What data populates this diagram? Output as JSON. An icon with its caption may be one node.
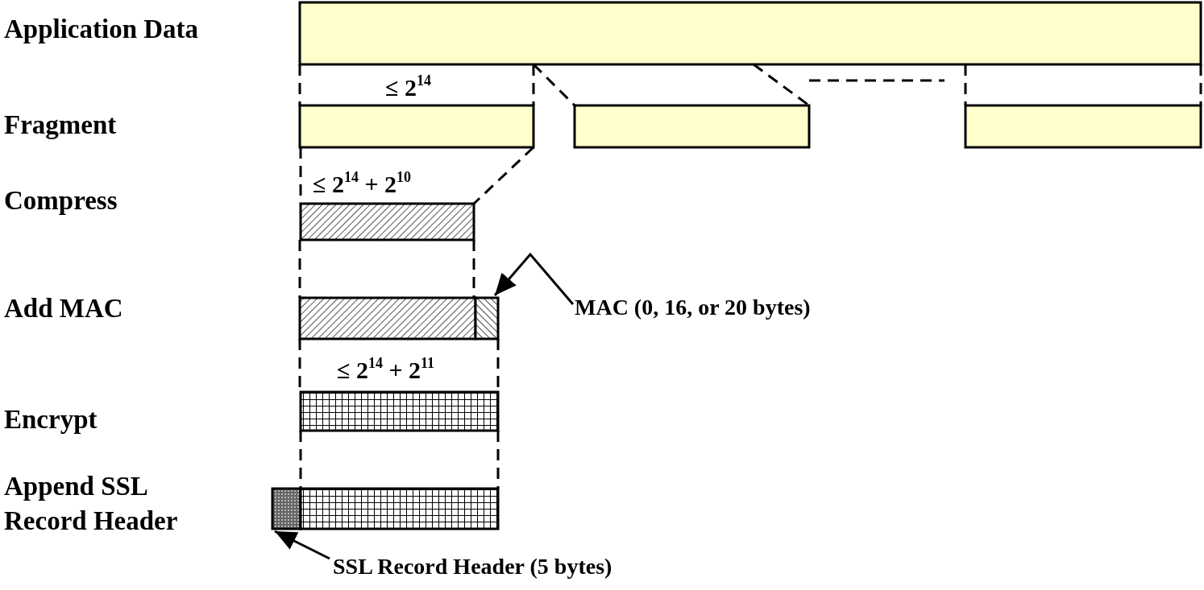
{
  "diagram": {
    "nodes": [
      {
        "text": [],
        "shape": "bar"
      },
      {
        "text": [],
        "shape": "bar"
      },
      {
        "text": [],
        "shape": "bar"
      },
      {
        "text": [],
        "shape": "bar"
      },
      {
        "text": [],
        "shape": "bar"
      },
      {
        "text": [],
        "shape": "bar"
      },
      {
        "text": [],
        "shape": "bar"
      },
      {
        "text": [
          "MAC (0, 16, or 20 bytes)"
        ]
      },
      {
        "text": [],
        "shape": "bar"
      },
      {
        "text": [],
        "shape": "bar"
      },
      {
        "text": [],
        "shape": "bar"
      },
      {
        "text": [
          "SSL Record Header (5 bytes)"
        ]
      }
    ],
    "edges": [
      {
        "from": 0,
        "to": 1,
        "arrow": "none",
        "style": "dashed"
      },
      {
        "from": 0,
        "to": 1,
        "arrow": "none",
        "style": "dashed"
      },
      {
        "from": 0,
        "to": 2,
        "arrow": "none",
        "style": "dashed"
      },
      {
        "from": 0,
        "to": 2,
        "arrow": "none",
        "style": "dashed"
      },
      {
        "from": 0,
        "to": 3,
        "arrow": "none",
        "style": "dashed"
      },
      {
        "from": 0,
        "to": 3,
        "arrow": "none",
        "style": "dashed"
      },
      {
        "from": 1,
        "to": 4,
        "arrow": "none",
        "style": "dashed"
      },
      {
        "from": 1,
        "to": 4,
        "arrow": "none",
        "style": "dashed"
      },
      {
        "from": 4,
        "to": 5,
        "arrow": "none",
        "style": "dashed"
      },
      {
        "from": 4,
        "to": 5,
        "arrow": "none",
        "style": "dashed"
      },
      {
        "from": 7,
        "to": 6,
        "arrow": "to"
      },
      {
        "from": 5,
        "to": 8,
        "arrow": "none",
        "style": "dashed"
      },
      {
        "from": 6,
        "to": 8,
        "arrow": "none",
        "style": "dashed"
      },
      {
        "from": 8,
        "to": 10,
        "arrow": "none",
        "style": "dashed"
      },
      {
        "from": 8,
        "to": 10,
        "arrow": "none",
        "style": "dashed"
      },
      {
        "from": 11,
        "to": 9,
        "arrow": "to"
      }
    ],
    "labels": [
      "Application Data",
      "≤ 2$^{14}$",
      "Fragment",
      "≤ 2$^{14}$ + 2$^{10}$",
      "Compress",
      "Add MAC",
      "≤ 2$^{14}$ + 2$^{11}$",
      "Encrypt",
      "Append SSL Record Header"
    ]
  }
}
